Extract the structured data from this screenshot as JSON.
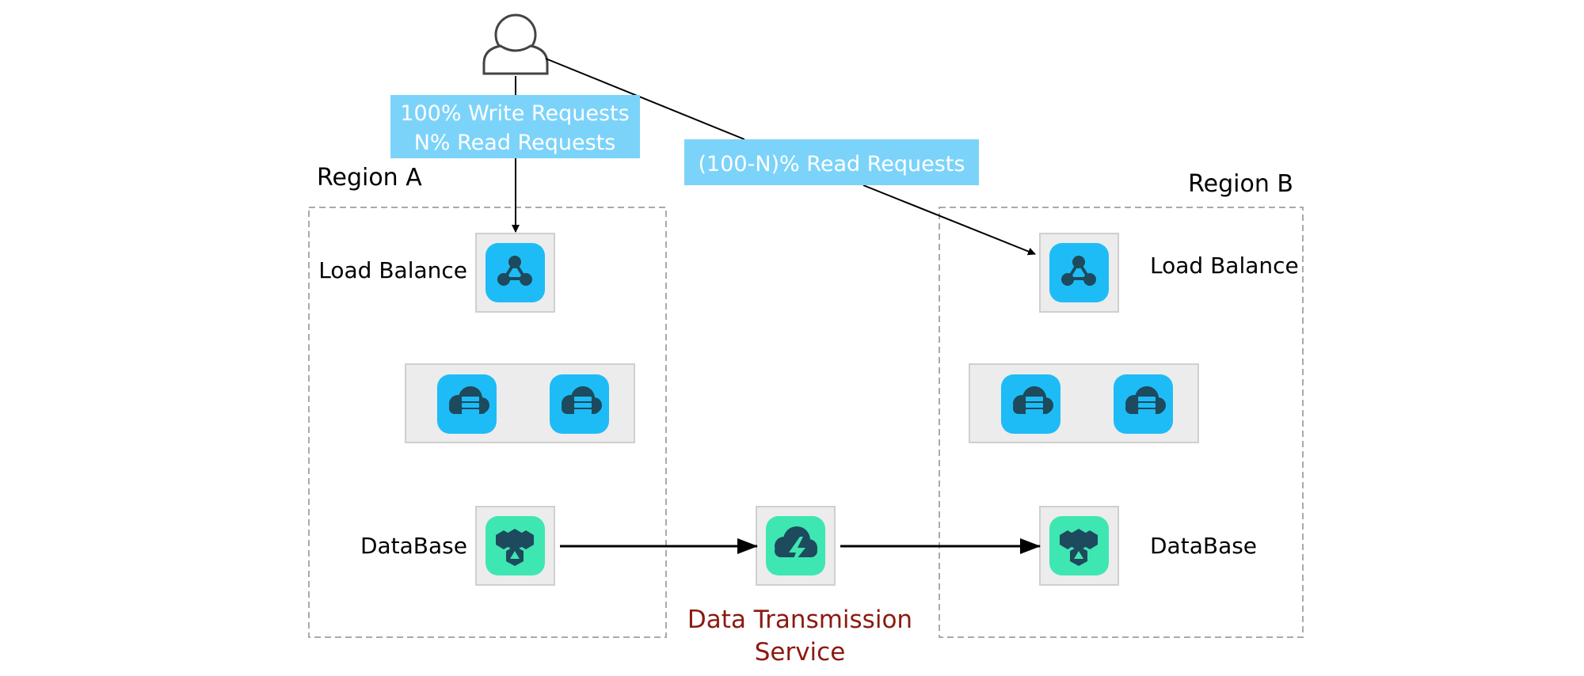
{
  "diagram": {
    "regions": [
      {
        "id": "region-a",
        "label": "Region A"
      },
      {
        "id": "region-b",
        "label": "Region B"
      }
    ],
    "nodes": {
      "load_balance_a": {
        "label": "Load Balance",
        "icon": "load-balancer-icon"
      },
      "load_balance_b": {
        "label": "Load Balance",
        "icon": "load-balancer-icon"
      },
      "servers_a": {
        "icons": [
          "cloud-server-icon",
          "cloud-server-icon"
        ]
      },
      "servers_b": {
        "icons": [
          "cloud-server-icon",
          "cloud-server-icon"
        ]
      },
      "database_a": {
        "label": "DataBase",
        "icon": "database-icon"
      },
      "database_b": {
        "label": "DataBase",
        "icon": "database-icon"
      },
      "dts": {
        "label_line1": "Data Transmission",
        "label_line2": "Service",
        "icon": "data-transmission-icon"
      },
      "user": {
        "icon": "user-icon"
      }
    },
    "edges": {
      "user_to_a": {
        "line1": "100% Write Requests",
        "line2": "N% Read Requests"
      },
      "user_to_b": {
        "line1": "(100-N)% Read Requests"
      }
    },
    "colors": {
      "label_box": "#7cd3fa",
      "node_bg": "#ececec",
      "node_border": "#cfcfcf",
      "blue_icon": "#1ebcf6",
      "green_icon": "#3ee6b2",
      "icon_dark": "#1d4a5c",
      "dts_label": "#8b1a10",
      "region_border": "#aaaaaa"
    }
  }
}
